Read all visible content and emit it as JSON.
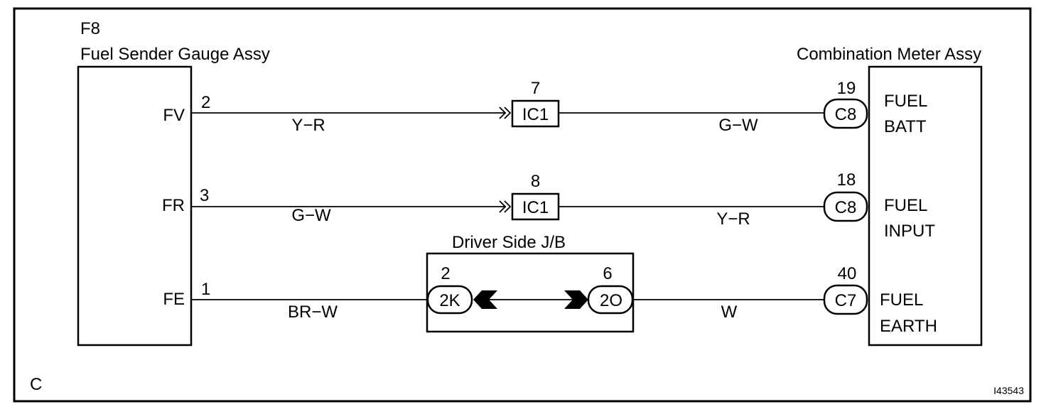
{
  "diagram": {
    "corner_code": "C",
    "figure_id": "I43543"
  },
  "left_component": {
    "code": "F8",
    "name": "Fuel Sender Gauge Assy",
    "pins": [
      {
        "label": "FV",
        "number": "2"
      },
      {
        "label": "FR",
        "number": "3"
      },
      {
        "label": "FE",
        "number": "1"
      }
    ]
  },
  "right_component": {
    "name": "Combination Meter Assy",
    "pins": [
      {
        "connector": "C8",
        "number": "19",
        "line1": "FUEL",
        "line2": "BATT"
      },
      {
        "connector": "C8",
        "number": "18",
        "line1": "FUEL",
        "line2": "INPUT"
      },
      {
        "connector": "C7",
        "number": "40",
        "line1": "FUEL",
        "line2": "EARTH"
      }
    ]
  },
  "inline_connectors": [
    {
      "code": "IC1",
      "number": "7"
    },
    {
      "code": "IC1",
      "number": "8"
    }
  ],
  "junction_block": {
    "name": "Driver Side J/B",
    "left": {
      "code": "2K",
      "number": "2"
    },
    "right": {
      "code": "2O",
      "number": "6"
    }
  },
  "wires": {
    "fv_left": "Y−R",
    "fv_right": "G−W",
    "fr_left": "G−W",
    "fr_right": "Y−R",
    "fe_left": "BR−W",
    "fe_right": "W"
  }
}
